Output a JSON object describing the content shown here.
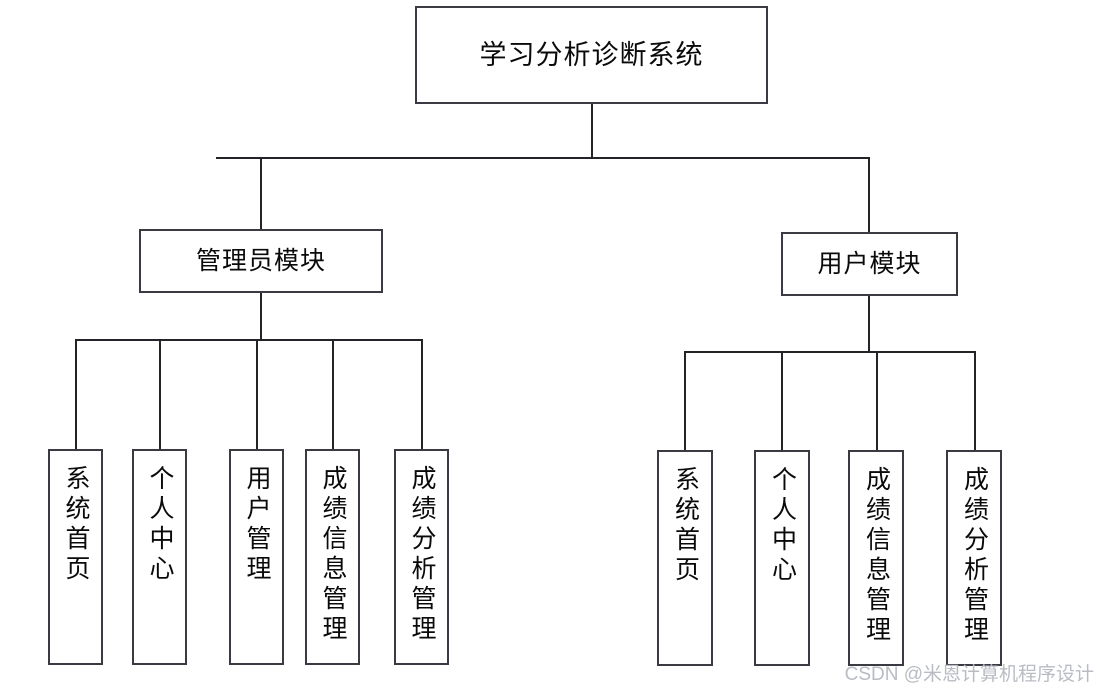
{
  "diagram": {
    "title": "学习分析诊断系统",
    "type": "system-function-tree",
    "background_color": "#ffffff",
    "line_color": "#242428",
    "box_border_color": "#3a3a42",
    "root": {
      "id": "root",
      "label": "学习分析诊断系统",
      "orientation": "horizontal"
    },
    "branches": [
      {
        "id": "admin-module",
        "label": "管理员模块",
        "orientation": "horizontal",
        "children": [
          {
            "id": "admin-home",
            "label": "系统首页",
            "orientation": "vertical"
          },
          {
            "id": "admin-personal-center",
            "label": "个人中心",
            "orientation": "vertical"
          },
          {
            "id": "admin-user-management",
            "label": "用户管理",
            "orientation": "vertical"
          },
          {
            "id": "admin-score-info",
            "label": "成绩信息管理",
            "orientation": "vertical"
          },
          {
            "id": "admin-score-analysis",
            "label": "成绩分析管理",
            "orientation": "vertical"
          }
        ]
      },
      {
        "id": "user-module",
        "label": "用户模块",
        "orientation": "horizontal",
        "children": [
          {
            "id": "user-home",
            "label": "系统首页",
            "orientation": "vertical"
          },
          {
            "id": "user-personal-center",
            "label": "个人中心",
            "orientation": "vertical"
          },
          {
            "id": "user-score-info",
            "label": "成绩信息管理",
            "orientation": "vertical"
          },
          {
            "id": "user-score-analysis",
            "label": "成绩分析管理",
            "orientation": "vertical"
          }
        ]
      }
    ]
  },
  "watermark": {
    "text": "CSDN @米恩计算机程序设计",
    "color": "#b9bcc4"
  }
}
